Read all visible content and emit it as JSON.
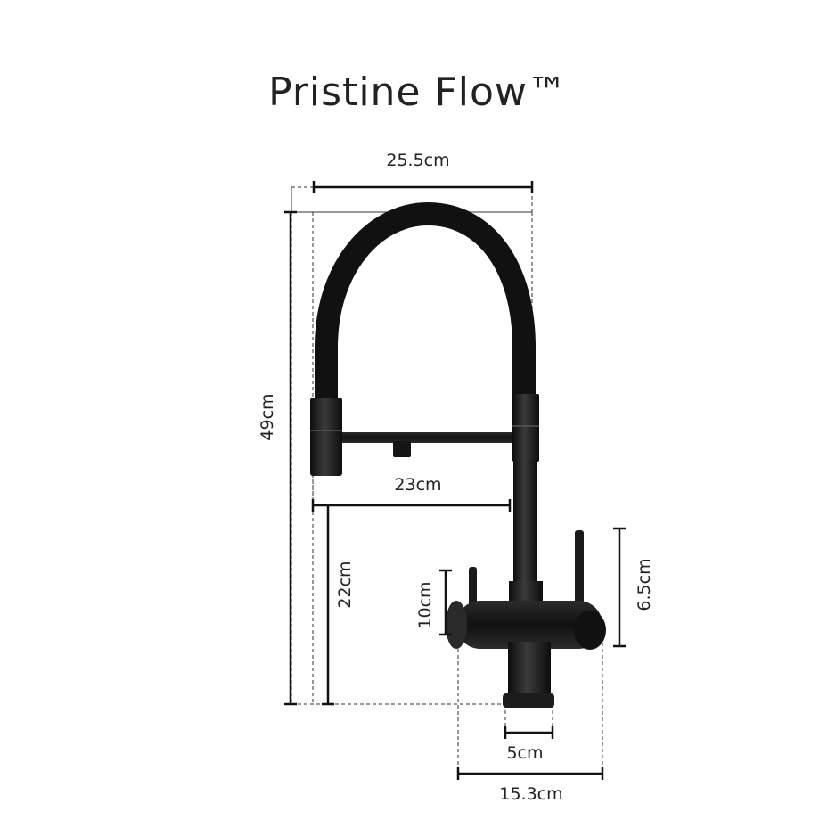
{
  "title": "Pristine Flow™",
  "dimensions": {
    "overall_width": "25.5cm",
    "overall_height": "49cm",
    "spout_reach": "23cm",
    "spout_height": "22cm",
    "left_handle_height": "10cm",
    "right_handle_height": "6.5cm",
    "base_diameter": "5cm",
    "body_width": "15.3cm"
  },
  "colors": {
    "faucet": "#1a1a1a",
    "lines": "#111111",
    "background": "#ffffff"
  }
}
